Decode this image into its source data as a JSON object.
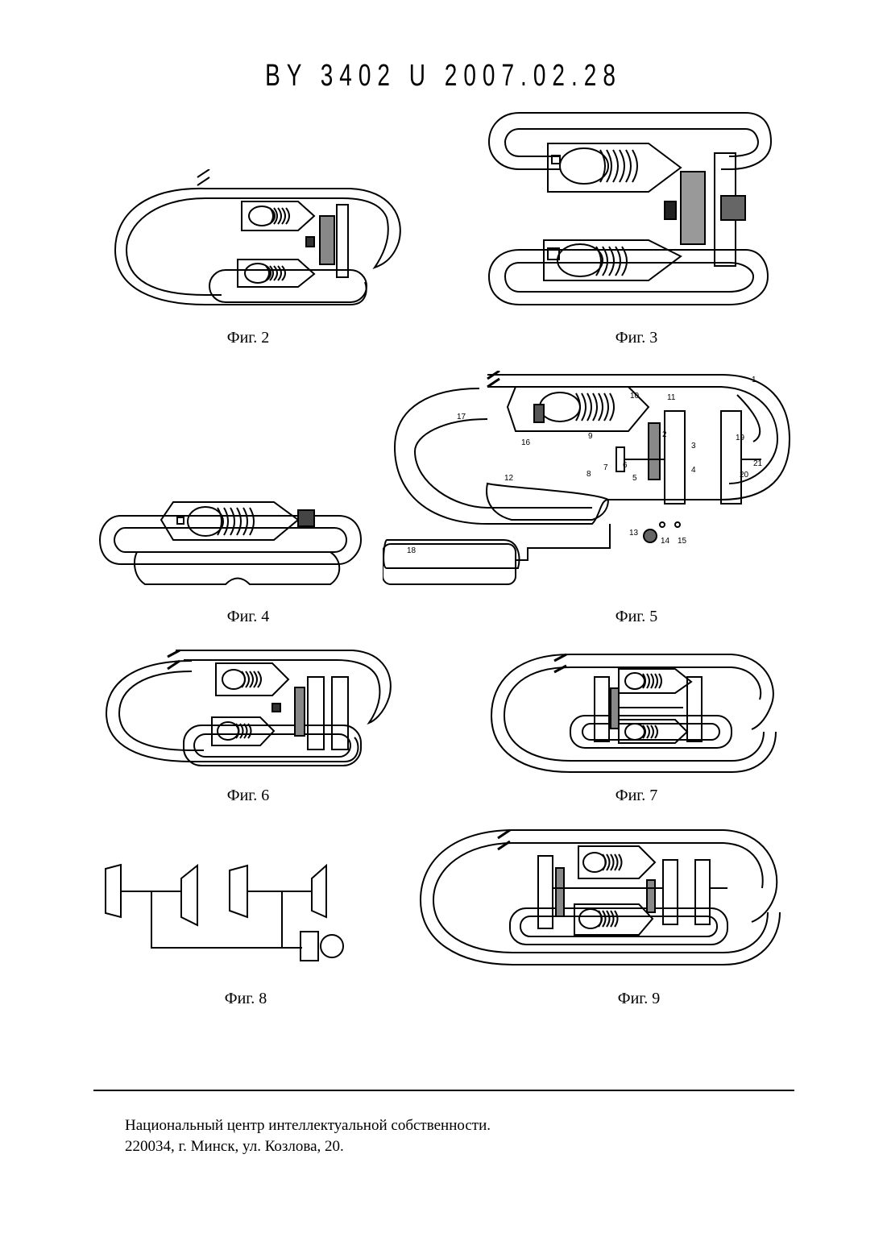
{
  "header": {
    "doc_id": "BY 3402 U 2007.02.28"
  },
  "figures": {
    "fig2": {
      "caption": "Фиг. 2"
    },
    "fig3": {
      "caption": "Фиг. 3"
    },
    "fig4": {
      "caption": "Фиг. 4"
    },
    "fig5": {
      "caption": "Фиг. 5",
      "labels": [
        "1",
        "2",
        "3",
        "4",
        "5",
        "6",
        "7",
        "8",
        "9",
        "10",
        "11",
        "12",
        "13",
        "14",
        "15",
        "16",
        "17",
        "18",
        "19",
        "20",
        "21"
      ]
    },
    "fig6": {
      "caption": "Фиг. 6"
    },
    "fig7": {
      "caption": "Фиг. 7"
    },
    "fig8": {
      "caption": "Фиг. 8"
    },
    "fig9": {
      "caption": "Фиг. 9"
    }
  },
  "footer": {
    "line1": "Национальный центр интеллектуальной собственности.",
    "line2": "220034, г. Минск, ул. Козлова, 20."
  }
}
